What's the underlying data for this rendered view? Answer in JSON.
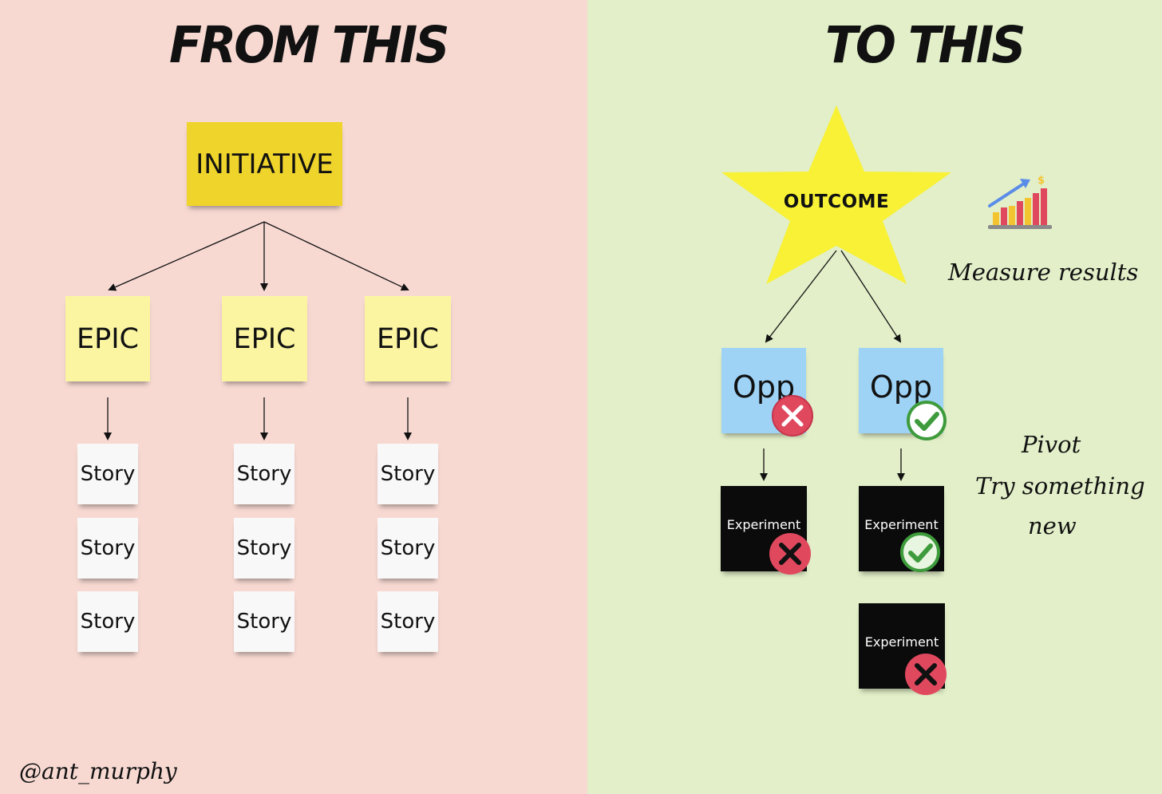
{
  "left": {
    "heading": "FROM THIS",
    "initiative": "INITIATIVE",
    "epics": [
      "EPIC",
      "EPIC",
      "EPIC"
    ],
    "stories": [
      "Story",
      "Story",
      "Story"
    ],
    "credit": "@ant_murphy"
  },
  "right": {
    "heading": "TO THIS",
    "outcome": "OUTCOME",
    "opps": [
      {
        "label": "Opp",
        "status": "rejected"
      },
      {
        "label": "Opp",
        "status": "validated"
      }
    ],
    "experiments": [
      {
        "label": "Experiment",
        "status": "failed"
      },
      {
        "label": "Experiment",
        "status": "succeeded"
      },
      {
        "label": "Experiment",
        "status": "failed"
      }
    ],
    "measure_label": "Measure results",
    "pivot_lines": [
      "Pivot",
      "Try something",
      "new"
    ]
  },
  "colors": {
    "left_bg": "#f7d9d2",
    "right_bg": "#e2efc8",
    "initiative": "#efd42b",
    "epic": "#fbf5a2",
    "story": "#f8f8f8",
    "opp": "#9ed3f6",
    "experiment": "#0b0b0b",
    "star": "#f8f135",
    "fail_badge": "#e0485e",
    "success_badge": "#3e9b3c"
  }
}
